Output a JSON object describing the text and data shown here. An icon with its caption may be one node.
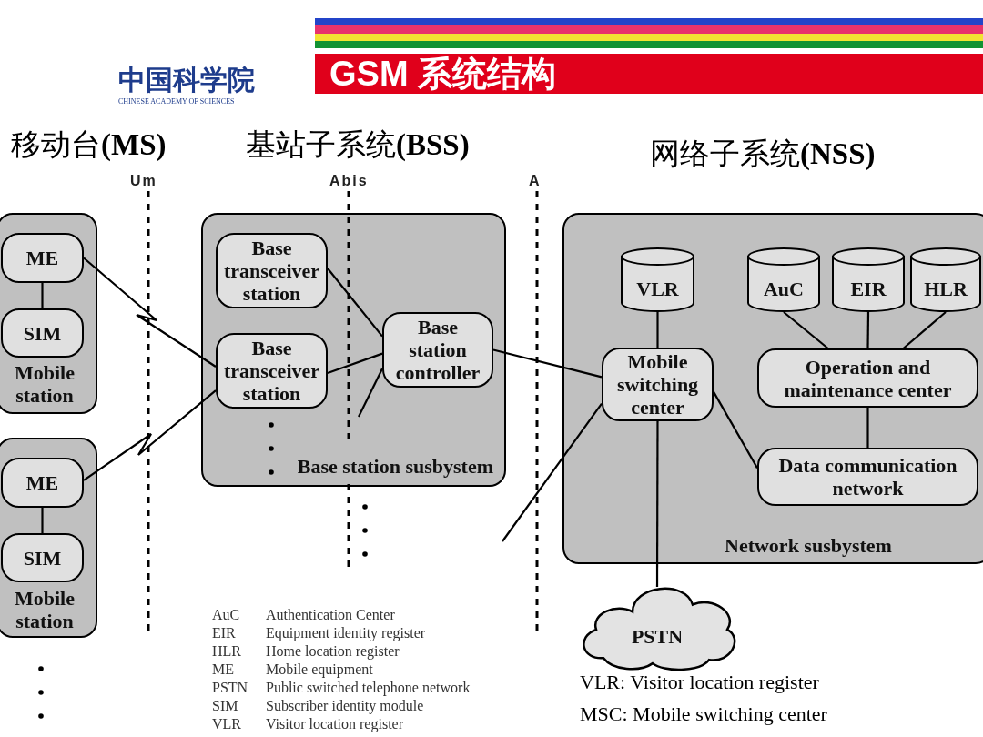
{
  "diagram": {
    "title": "GSM 系统结构",
    "nodes": [
      {
        "text": [
          "Mobile station"
        ]
      },
      {
        "text": [
          "ME"
        ],
        "in": 0
      },
      {
        "text": [
          "SIM"
        ],
        "in": 0
      },
      {
        "text": [
          "Mobile station"
        ]
      },
      {
        "text": [
          "ME"
        ],
        "in": 3
      },
      {
        "text": [
          "SIM"
        ],
        "in": 3
      },
      {
        "text": [
          "Base station susbystem"
        ]
      },
      {
        "text": [
          "Base transceiver station"
        ],
        "in": 6
      },
      {
        "text": [
          "Base transceiver station"
        ],
        "in": 6
      },
      {
        "text": [
          "Base station controller"
        ],
        "in": 6
      },
      {
        "text": [
          "Network susbystem"
        ]
      },
      {
        "text": [
          "VLR"
        ],
        "in": 10
      },
      {
        "text": [
          "AuC"
        ],
        "in": 10
      },
      {
        "text": [
          "EIR"
        ],
        "in": 10
      },
      {
        "text": [
          "HLR"
        ],
        "in": 10
      },
      {
        "text": [
          "Mobile switching center"
        ],
        "in": 10
      },
      {
        "text": [
          "Operation and maintenance center"
        ],
        "in": 10
      },
      {
        "text": [
          "Data communication network"
        ],
        "in": 10
      },
      {
        "text": [
          "PSTN"
        ]
      }
    ],
    "edges": [
      {
        "from": 1,
        "to": 2,
        "arrow": "none"
      },
      {
        "from": 4,
        "to": 5,
        "arrow": "none"
      },
      {
        "from": 1,
        "to": 8,
        "arrow": "none"
      },
      {
        "from": 4,
        "to": 8,
        "arrow": "none"
      },
      {
        "from": 7,
        "to": 9,
        "arrow": "none"
      },
      {
        "from": 8,
        "to": 9,
        "arrow": "none"
      },
      {
        "from": 9,
        "to": null,
        "arrow": "none"
      },
      {
        "from": 9,
        "to": 15,
        "arrow": "none"
      },
      {
        "from": null,
        "to": 15,
        "arrow": "none"
      },
      {
        "from": 11,
        "to": 15,
        "arrow": "none"
      },
      {
        "from": 12,
        "to": 16,
        "arrow": "none"
      },
      {
        "from": 13,
        "to": 16,
        "arrow": "none"
      },
      {
        "from": 14,
        "to": 16,
        "arrow": "none"
      },
      {
        "from": 16,
        "to": 17,
        "arrow": "none"
      },
      {
        "from": 15,
        "to": 17,
        "arrow": "none"
      },
      {
        "from": 15,
        "to": 18,
        "arrow": "none"
      }
    ],
    "labels": [
      "中国科学院",
      "CHINESE ACADEMY OF SCIENCES",
      "移动台**(MS)**",
      "基站子系统**(BSS)**",
      "网络子系统**(NSS)**",
      "Um",
      "Abis",
      "A",
      "AuC",
      "Authentication Center",
      "EIR",
      "Equipment identity register",
      "HLR",
      "Home location register",
      "ME",
      "Mobile equipment",
      "PSTN",
      "Public switched telephone network",
      "SIM",
      "Subscriber identity module",
      "VLR",
      "Visitor location register",
      "VLR: Visitor location register",
      "MSC: Mobile switching center"
    ]
  }
}
